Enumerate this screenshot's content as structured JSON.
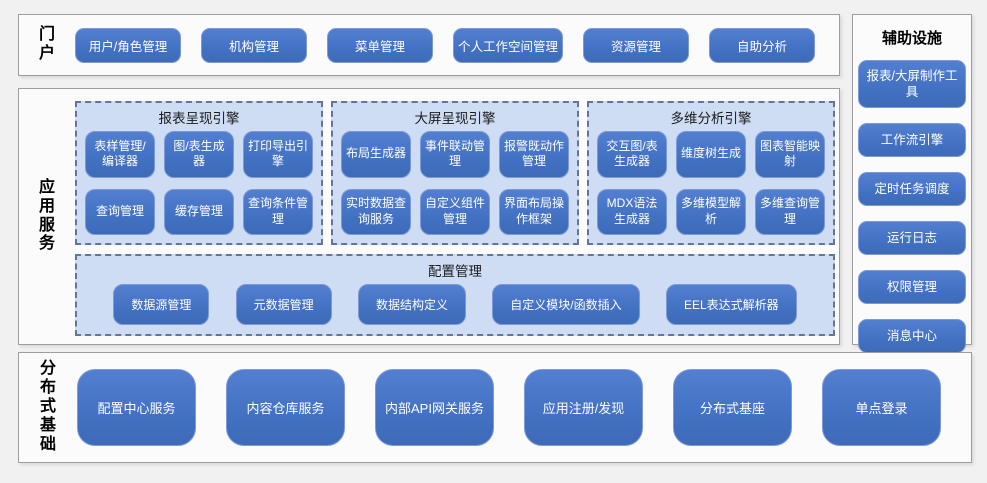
{
  "colors": {
    "page_bg": "#f1f1f2",
    "section_bg": "#fbfbfb",
    "section_border": "#9e9ea0",
    "button_blue": "#4472c4",
    "button_border": "#7d99d6",
    "button_text": "#ffffff",
    "container_blue": "#cedcf4",
    "container_dashed_border": "#64749a"
  },
  "portal": {
    "label": "门户",
    "buttons": [
      "用户/角色管理",
      "机构管理",
      "菜单管理",
      "个人工作空间管理",
      "资源管理",
      "自助分析"
    ]
  },
  "app_services": {
    "label": "应用服务",
    "engines": [
      {
        "title": "报表呈现引擎",
        "buttons": [
          "表样管理/编译器",
          "图/表生成器",
          "打印导出引擎",
          "查询管理",
          "缓存管理",
          "查询条件管理"
        ]
      },
      {
        "title": "大屏呈现引擎",
        "buttons": [
          "布局生成器",
          "事件联动管理",
          "报警既动作管理",
          "实时数据查询服务",
          "自定义组件管理",
          "界面布局操作框架"
        ]
      },
      {
        "title": "多维分析引擎",
        "buttons": [
          "交互图/表生成器",
          "维度树生成",
          "图表智能映射",
          "MDX语法生成器",
          "多维模型解析",
          "多维查询管理"
        ]
      }
    ],
    "config": {
      "title": "配置管理",
      "buttons": [
        "数据源管理",
        "元数据管理",
        "数据结构定义",
        "自定义模块/函数插入",
        "EEL表达式解析器"
      ]
    }
  },
  "auxiliary": {
    "title": "辅助设施",
    "buttons": [
      "报表/大屏制作工具",
      "工作流引擎",
      "定时任务调度",
      "运行日志",
      "权限管理",
      "消息中心"
    ]
  },
  "distributed": {
    "label": "分布式基础",
    "buttons": [
      "配置中心服务",
      "内容仓库服务",
      "内部API网关服务",
      "应用注册/发现",
      "分布式基座",
      "单点登录"
    ]
  }
}
